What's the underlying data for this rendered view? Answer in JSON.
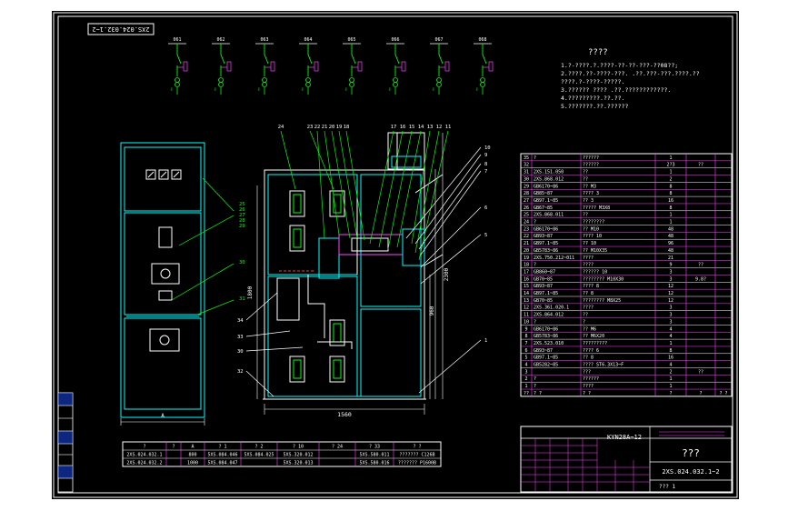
{
  "title_strip": "2XS.024.032.1~2",
  "feeders": [
    "061",
    "062",
    "063",
    "064",
    "065",
    "066",
    "067",
    "068"
  ],
  "notes": {
    "heading": "????",
    "lines": [
      "1.?-????.?.????-??-??-???-??08??;",
      "2.????.??-????-???. .??.???-???.????.??",
      "  ????.?-????-?????.",
      "3.?????? ???? .??.????????????.",
      "4.?????????.??.??.",
      "5.???????.??.??????"
    ]
  },
  "callouts_top": [
    "24",
    "23",
    "22",
    "21",
    "20",
    "19",
    "18",
    "17",
    "16",
    "15",
    "14",
    "13",
    "12",
    "11"
  ],
  "callouts_right": [
    "10",
    "9",
    "8",
    "7",
    "6",
    "5",
    "1"
  ],
  "callouts_left_front": [
    "25",
    "26",
    "27",
    "28",
    "29",
    "30",
    "31",
    "32"
  ],
  "callouts_left_side": [
    "34",
    "33",
    "30",
    "32"
  ],
  "dims": {
    "width": "1560",
    "width_front": "A",
    "h1": "2300",
    "h2": "1800",
    "h3": "960"
  },
  "bom": [
    {
      "n": "35",
      "code": "?",
      "name": "??????",
      "qty": "1",
      "mat": "",
      "rem": ""
    },
    {
      "n": "32",
      "code": "",
      "name": "??????",
      "qty": "2?3",
      "mat": "??",
      "rem": ""
    },
    {
      "n": "31",
      "code": "2XS.151.050",
      "name": "??",
      "qty": "1",
      "mat": "",
      "rem": ""
    },
    {
      "n": "30",
      "code": "2XS.868.012",
      "name": "??",
      "qty": "2",
      "mat": "",
      "rem": ""
    },
    {
      "n": "29",
      "code": "GB6170~86",
      "name": "?? M3",
      "qty": "8",
      "mat": "",
      "rem": ""
    },
    {
      "n": "28",
      "code": "GB85~87",
      "name": "???? 3",
      "qty": "8",
      "mat": "",
      "rem": ""
    },
    {
      "n": "27",
      "code": "GB97.1~85",
      "name": "?? 3",
      "qty": "16",
      "mat": "",
      "rem": ""
    },
    {
      "n": "26",
      "code": "GB67~85",
      "name": "????? M3X8",
      "qty": "8",
      "mat": "",
      "rem": ""
    },
    {
      "n": "25",
      "code": "2XS.868.011",
      "name": "??",
      "qty": "1",
      "mat": "",
      "rem": ""
    },
    {
      "n": "24",
      "code": "?",
      "name": "????????",
      "qty": "1",
      "mat": "",
      "rem": ""
    },
    {
      "n": "23",
      "code": "GB6170~86",
      "name": "?? M10",
      "qty": "48",
      "mat": "",
      "rem": ""
    },
    {
      "n": "22",
      "code": "GB93~87",
      "name": "???? 10",
      "qty": "48",
      "mat": "",
      "rem": ""
    },
    {
      "n": "21",
      "code": "GB97.1~85",
      "name": "?? 10",
      "qty": "96",
      "mat": "",
      "rem": ""
    },
    {
      "n": "20",
      "code": "GB5783~86",
      "name": "?? M10X35",
      "qty": "48",
      "mat": "",
      "rem": ""
    },
    {
      "n": "19",
      "code": "2XS.750.212~011",
      "name": "????",
      "qty": "21",
      "mat": "",
      "rem": ""
    },
    {
      "n": "18",
      "code": "?",
      "name": "????",
      "qty": "9",
      "mat": "??",
      "rem": ""
    },
    {
      "n": "17",
      "code": "GB860~87",
      "name": "?????? 10",
      "qty": "3",
      "mat": "",
      "rem": ""
    },
    {
      "n": "16",
      "code": "GB70~85",
      "name": "???????? M10X30",
      "qty": "3",
      "mat": "9.8?",
      "rem": ""
    },
    {
      "n": "15",
      "code": "GB93~87",
      "name": "???? 8",
      "qty": "12",
      "mat": "",
      "rem": ""
    },
    {
      "n": "14",
      "code": "GB97.1~85",
      "name": "?? 8",
      "qty": "12",
      "mat": "",
      "rem": ""
    },
    {
      "n": "13",
      "code": "GB70~85",
      "name": "???????? M8X25",
      "qty": "12",
      "mat": "",
      "rem": ""
    },
    {
      "n": "12",
      "code": "2XS.361.020.1",
      "name": "????",
      "qty": "3",
      "mat": "",
      "rem": ""
    },
    {
      "n": "11",
      "code": "2XS.864.012",
      "name": "??",
      "qty": "3",
      "mat": "",
      "rem": ""
    },
    {
      "n": "10",
      "code": "?",
      "name": "?",
      "qty": "3",
      "mat": "",
      "rem": ""
    },
    {
      "n": "9",
      "code": "GB6170~86",
      "name": "?? M6",
      "qty": "4",
      "mat": "",
      "rem": ""
    },
    {
      "n": "8",
      "code": "GB5783~86",
      "name": "?? M6X20",
      "qty": "4",
      "mat": "",
      "rem": ""
    },
    {
      "n": "7",
      "code": "2XS.523.010",
      "name": "?????????",
      "qty": "1",
      "mat": "",
      "rem": ""
    },
    {
      "n": "6",
      "code": "GB93~87",
      "name": "???? 6",
      "qty": "8",
      "mat": "",
      "rem": ""
    },
    {
      "n": "5",
      "code": "GB97.1~85",
      "name": "?? 8",
      "qty": "16",
      "mat": "",
      "rem": ""
    },
    {
      "n": "4",
      "code": "GB5282~85",
      "name": "???? ST6.3X13~F",
      "qty": "4",
      "mat": "",
      "rem": ""
    },
    {
      "n": "3",
      "code": "",
      "name": "???",
      "qty": "2",
      "mat": "??",
      "rem": ""
    },
    {
      "n": "2",
      "code": "?",
      "name": "??????",
      "qty": "1",
      "mat": "",
      "rem": ""
    },
    {
      "n": "1",
      "code": "?",
      "name": "????",
      "qty": "1",
      "mat": "",
      "rem": ""
    },
    {
      "n": "??",
      "code": "? ?",
      "name": "? ?",
      "qty": "?",
      "mat": "?",
      "rem": "? ?"
    }
  ],
  "variant_table": {
    "header": [
      "?",
      "?",
      "A",
      "? 1",
      "? 2",
      "? 10",
      "? 24",
      "? 33",
      "? ?"
    ],
    "rows": [
      [
        "2XS.024.032.1",
        "",
        "800",
        "5XS.084.046",
        "5XS.084.025",
        "5XS.320.012",
        "",
        "5XS.580.011",
        "??????? C126B"
      ],
      [
        "2XS.024.032.2",
        "",
        "1000",
        "5XS.084.047",
        "",
        "5XS.320.013",
        "",
        "5XS.580.016",
        "??????? P1600B"
      ]
    ]
  },
  "title_block": {
    "model": "KYN28A~12",
    "name": "???",
    "drawing_no": "2XS.024.032.1~2",
    "sheet": "??? 1"
  }
}
